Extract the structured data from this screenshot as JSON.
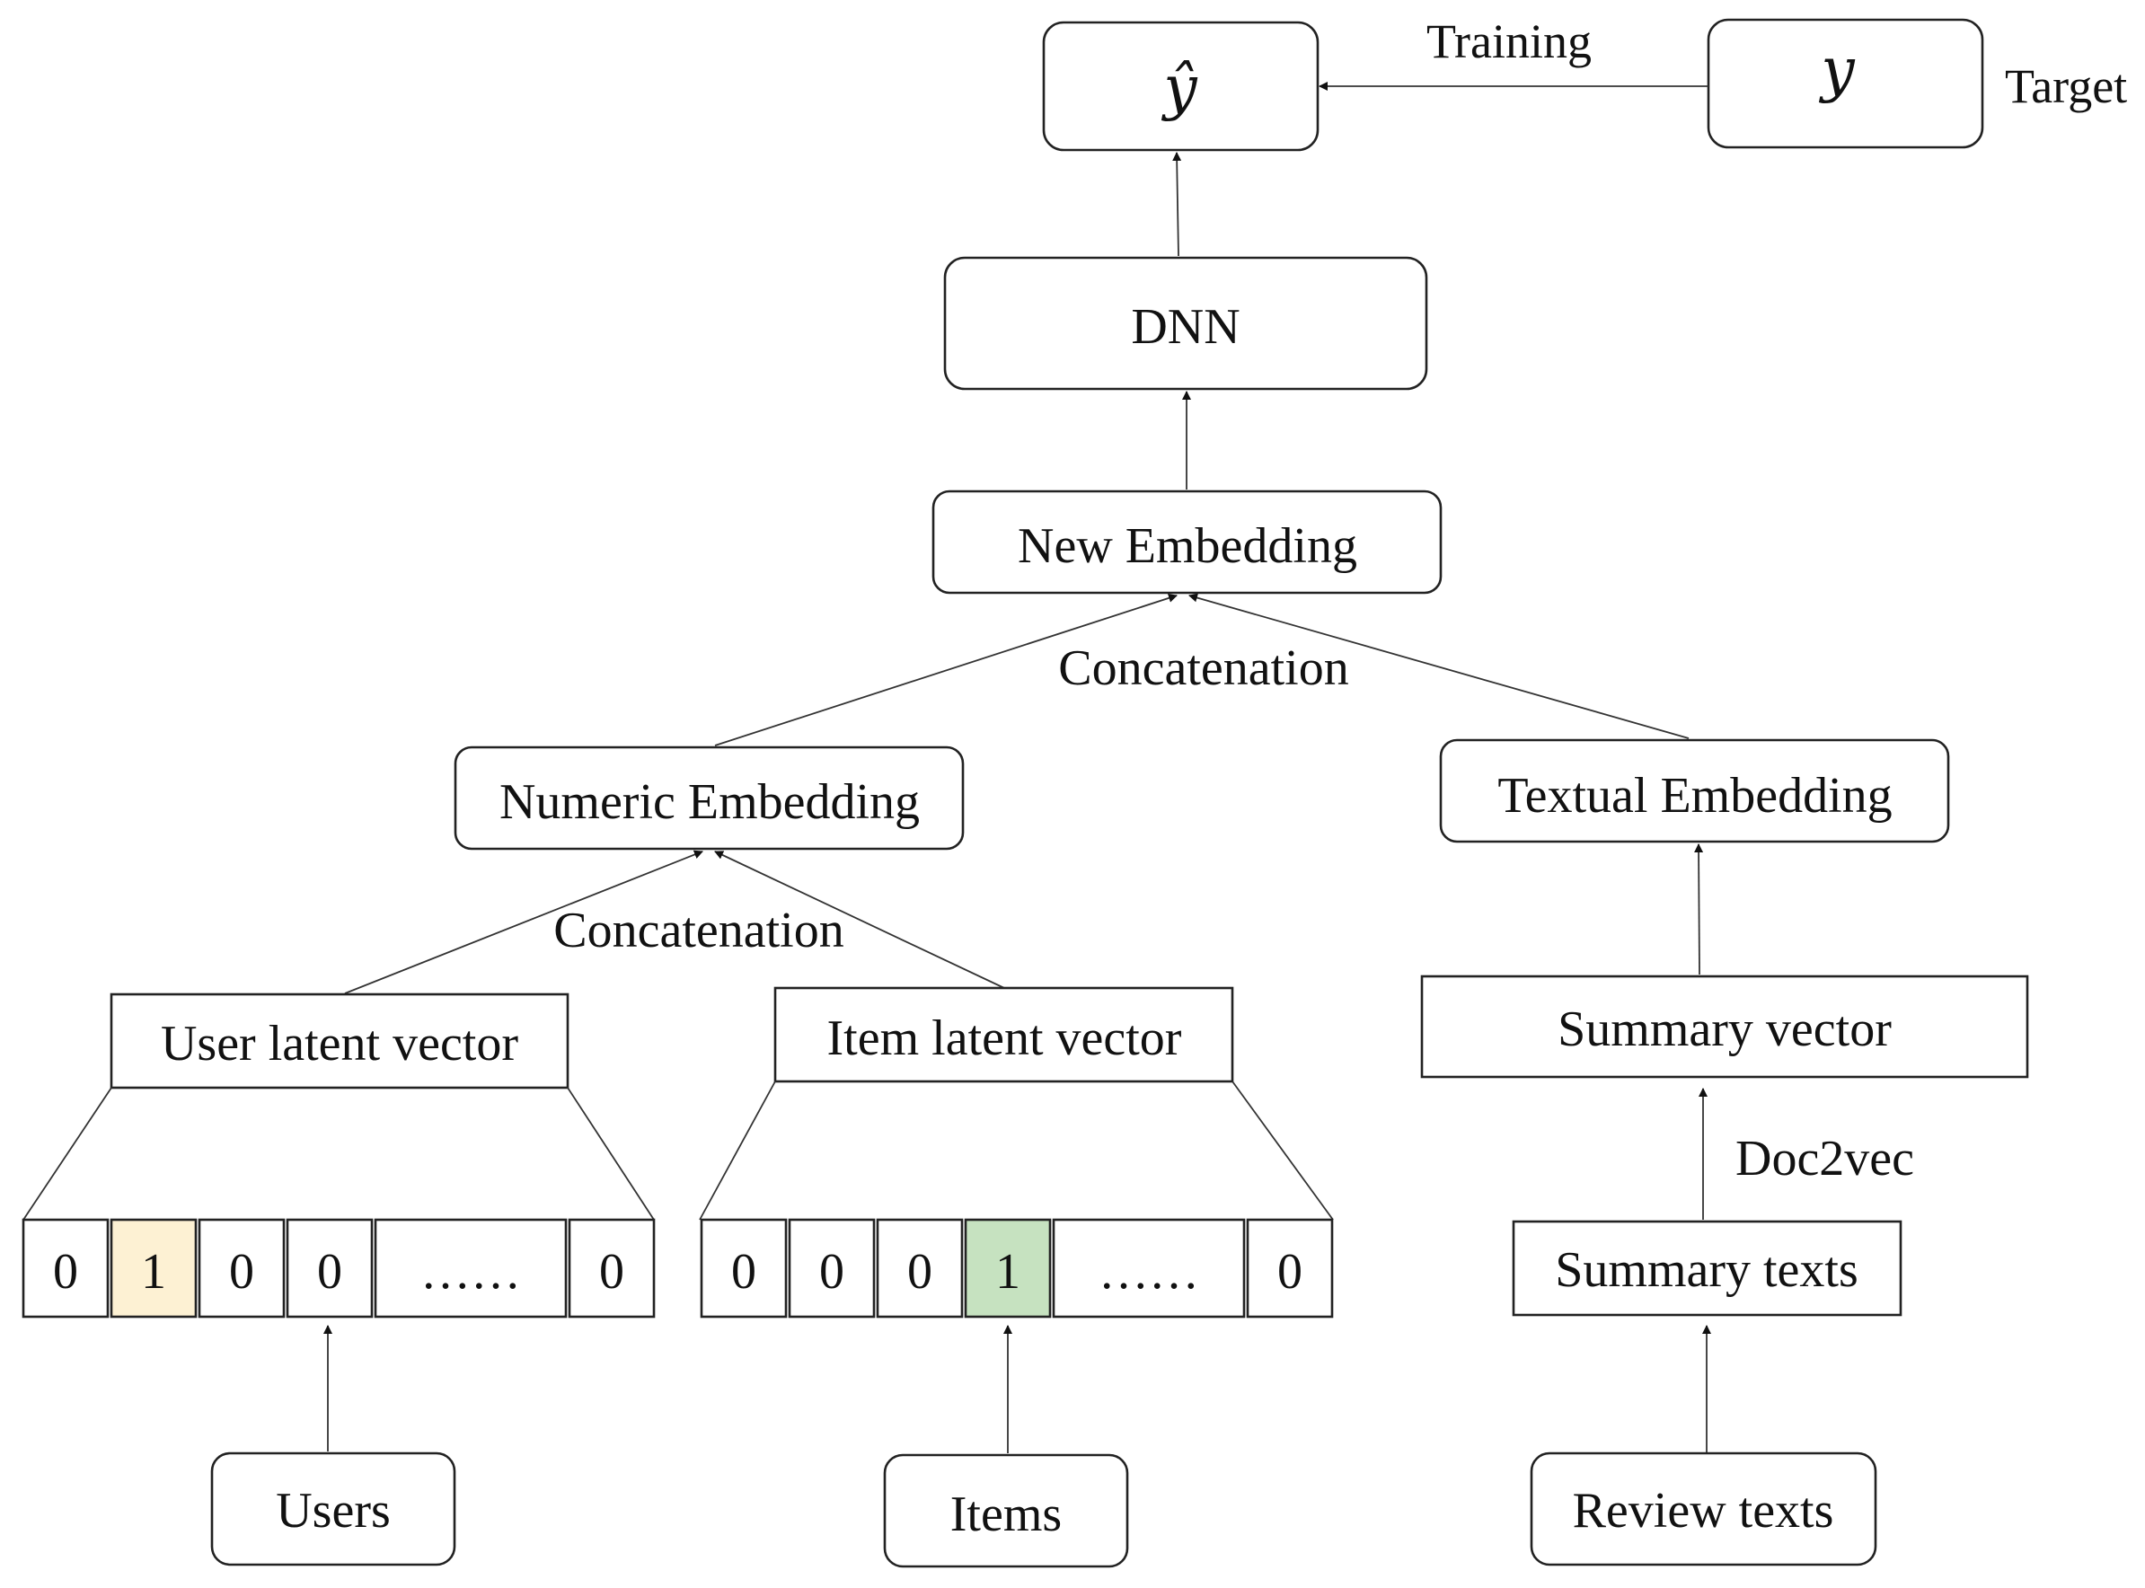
{
  "nodes": {
    "y_hat": "ŷ",
    "y": "y",
    "target": "Target",
    "training": "Training",
    "dnn": "DNN",
    "new_embedding": "New Embedding",
    "concat_top": "Concatenation",
    "numeric_embedding": "Numeric Embedding",
    "textual_embedding": "Textual Embedding",
    "concat_bottom": "Concatenation",
    "user_latent": "User latent vector",
    "item_latent": "Item latent vector",
    "summary_vector": "Summary vector",
    "doc2vec": "Doc2vec",
    "summary_texts": "Summary texts",
    "users": "Users",
    "items": "Items",
    "review_texts": "Review texts"
  },
  "user_vector": [
    "0",
    "1",
    "0",
    "0",
    "……",
    "0"
  ],
  "item_vector": [
    "0",
    "0",
    "0",
    "1",
    "……",
    "0"
  ],
  "colors": {
    "user_highlight": "#fdf1d3",
    "item_highlight": "#c6e2c0",
    "stroke": "#222222"
  }
}
